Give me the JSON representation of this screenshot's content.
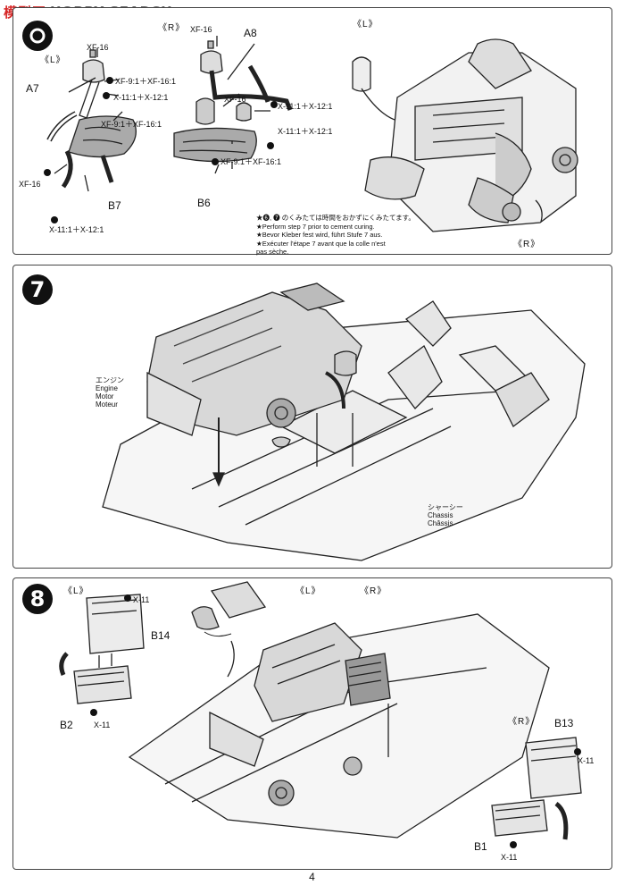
{
  "watermark": {
    "cn": "模型网",
    "en": "HOBBY SEARCH"
  },
  "page_number": "4",
  "step6": {
    "left_tag": "《L》",
    "right_tag": "《R》",
    "engine_left_tag": "《L》",
    "engine_right_tag": "《R》",
    "labels": {
      "xf16_a": "XF-16",
      "a7": "A7",
      "xf9_a": "XF-9:1＋XF-16:1",
      "x11_a": "X-11:1＋X-12:1",
      "xf9_b": "XF-9:1＋XF-16:1",
      "xf16_b": "XF-16",
      "b7": "B7",
      "x11_b": "X-11:1＋X-12:1",
      "xf16_c": "XF-16",
      "a8": "A8",
      "x11_c": "X-11:1＋X-12:1",
      "xf16_d": "XF-16",
      "x11_d": "X-11:1＋X-12:1",
      "xf9_c": "XF-9:1＋XF-16:1",
      "b6": "B6"
    },
    "note": {
      "jp": "★❻, ❼ のくみたては時間をおかずにくみたてます。",
      "en": "★Perform step 7 prior to cement curing.",
      "de": "★Bevor Kleber fest wird, führt Stufe 7 aus.",
      "fr1": "★Exécuter l'étape 7 avant que la colle n'est",
      "fr2": "pas sèche."
    }
  },
  "step7": {
    "number": "7",
    "engine": {
      "jp": "エンジン",
      "en": "Engine",
      "de": "Motor",
      "fr": "Moteur"
    },
    "chassis": {
      "jp": "シャーシー",
      "en": "Chassis",
      "fr": "Châssis"
    }
  },
  "step8": {
    "number": "8",
    "labels": {
      "l1": "《L》",
      "x11_a": "X-11",
      "b14": "B14",
      "b2": "B2",
      "x11_b": "X-11",
      "l2": "《L》",
      "r1": "《R》",
      "r2": "《R》",
      "b13": "B13",
      "x11_c": "X-11",
      "b1": "B1",
      "x11_d": "X-11"
    }
  }
}
